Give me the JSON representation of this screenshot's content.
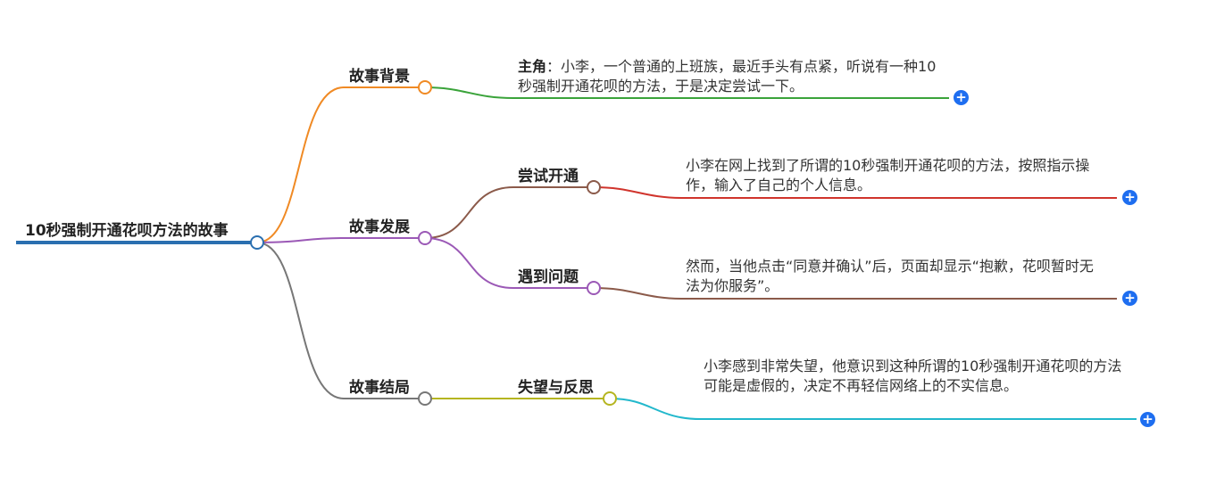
{
  "root": {
    "label": "10秒强制开通花呗方法的故事"
  },
  "branches": [
    {
      "label": "故事背景",
      "color": "#f08a24",
      "children": [
        {
          "bold": "主角",
          "text": "：小李，一个普通的上班族，最近手头有点紧，听说有一种10秒强制开通花呗的方法，于是决定尝试一下。",
          "color": "#3aa33a"
        }
      ]
    },
    {
      "label": "故事发展",
      "color": "#9b59b6",
      "children": [
        {
          "label": "尝试开通",
          "color": "#8b5a4a",
          "leaf": "小李在网上找到了所谓的10秒强制开通花呗的方法，按照指示操作，输入了自己的个人信息。",
          "leaf_color": "#d0342c"
        },
        {
          "label": "遇到问题",
          "color": "#9b59b6",
          "leaf": "然而，当他点击“同意并确认”后，页面却显示“抱歉，花呗暂时无法为你服务”。",
          "leaf_color": "#8b5a4a"
        }
      ]
    },
    {
      "label": "故事结局",
      "color": "#777777",
      "children": [
        {
          "label": "失望与反思",
          "color": "#b5b520",
          "leaf": "小李感到非常失望，他意识到这种所谓的10秒强制开通花呗的方法可能是虚假的，决定不再轻信网络上的不实信息。",
          "leaf_color": "#22b8cc"
        }
      ]
    }
  ],
  "colors": {
    "root_line": "#2a6fb0",
    "expand_button": "#1e6ef0"
  },
  "icons": {
    "expand": "plus-circle-icon"
  },
  "expand_symbol": "+"
}
